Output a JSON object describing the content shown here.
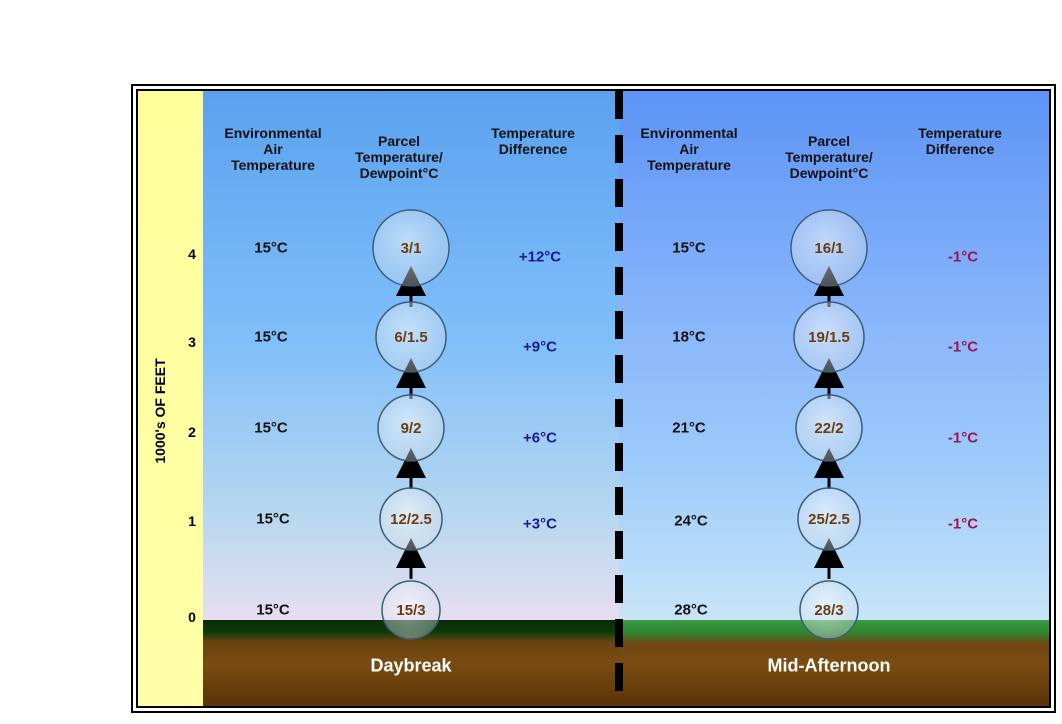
{
  "axis": {
    "title": "1000's OF FEET",
    "levels": [
      "4",
      "3",
      "2",
      "1",
      "0"
    ]
  },
  "colors": {
    "left_diff": "#1a1a8c",
    "right_diff": "#a1124e",
    "parcel_text": "#6b3c10",
    "axis_band": "#ffff9c"
  },
  "left": {
    "headers": {
      "env": "Environmental\nAir\nTemperature",
      "parcel": "Parcel\nTemperature/\nDewpoint°C",
      "diff": "Temperature\nDifference"
    },
    "env": [
      "15°C",
      "15°C",
      "15°C",
      "15°C",
      "15°C"
    ],
    "parcel": [
      "3/1",
      "6/1.5",
      "9/2",
      "12/2.5",
      "15/3"
    ],
    "diff": [
      "+12°C",
      "+9°C",
      "+6°C",
      "+3°C"
    ],
    "ground_label": "Daybreak"
  },
  "right": {
    "headers": {
      "env": "Environmental\nAir\nTemperature",
      "parcel": "Parcel\nTemperature/\nDewpoint°C",
      "diff": "Temperature\nDifference"
    },
    "env": [
      "15°C",
      "18°C",
      "21°C",
      "24°C",
      "28°C"
    ],
    "parcel": [
      "16/1",
      "19/1.5",
      "22/2",
      "25/2.5",
      "28/3"
    ],
    "diff": [
      "-1°C",
      "-1°C",
      "-1°C",
      "-1°C"
    ],
    "ground_label": "Mid-Afternoon"
  }
}
